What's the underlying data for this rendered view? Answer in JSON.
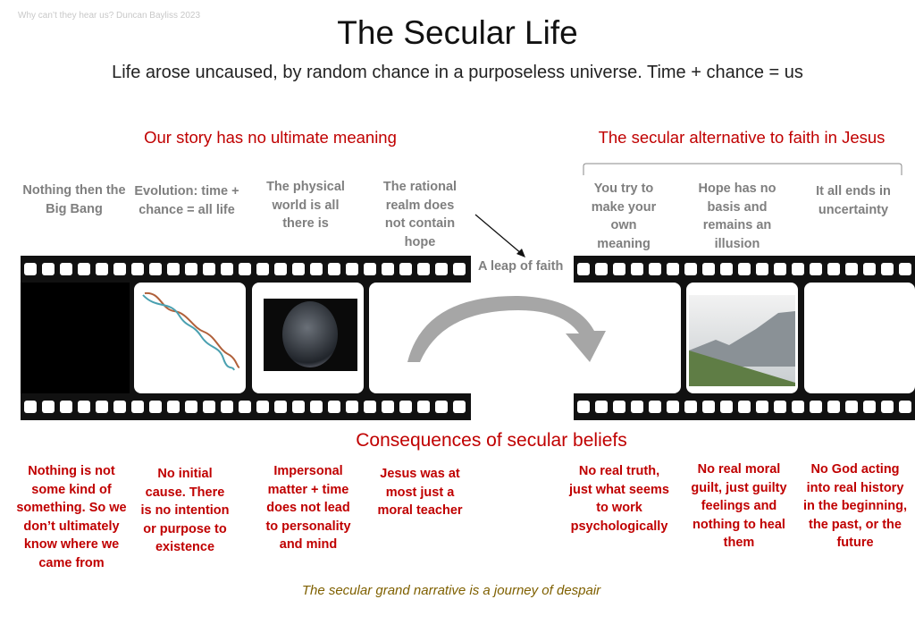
{
  "credit": "Why can’t they hear us? Duncan Bayliss 2023",
  "title": "The Secular Life",
  "subtitle": "Life arose uncaused, by random chance in a purposeless universe. Time + chance = us",
  "left_heading": "Our story has no ultimate meaning",
  "right_heading": "The secular alternative to faith in Jesus",
  "leap_label": "A leap of faith",
  "frame_captions": [
    "Nothing then the Big Bang",
    "Evolution: time + chance = all life",
    "The physical world is all there is",
    "The rational realm does not contain hope",
    "You try to make your own meaning",
    "Hope has no basis and remains an illusion",
    "It all ends in uncertainty"
  ],
  "consequences_heading": "Consequences of secular beliefs",
  "consequences": [
    "Nothing is not some kind of something. So we don’t ultimately know where we came from",
    "No initial cause. There is no intention or purpose to existence",
    "Impersonal matter + time does not lead to personality and mind",
    "Jesus was at most just a moral teacher",
    "No real truth, just what seems to work psychologically",
    "No real moral guilt, just guilty feelings and nothing to heal them",
    "No God acting into real history in the beginning, the past, or the future"
  ],
  "footer": "The secular grand narrative is a journey of despair",
  "colors": {
    "red": "#c00000",
    "gray": "#7f7f7f",
    "olive": "#7f6000"
  }
}
